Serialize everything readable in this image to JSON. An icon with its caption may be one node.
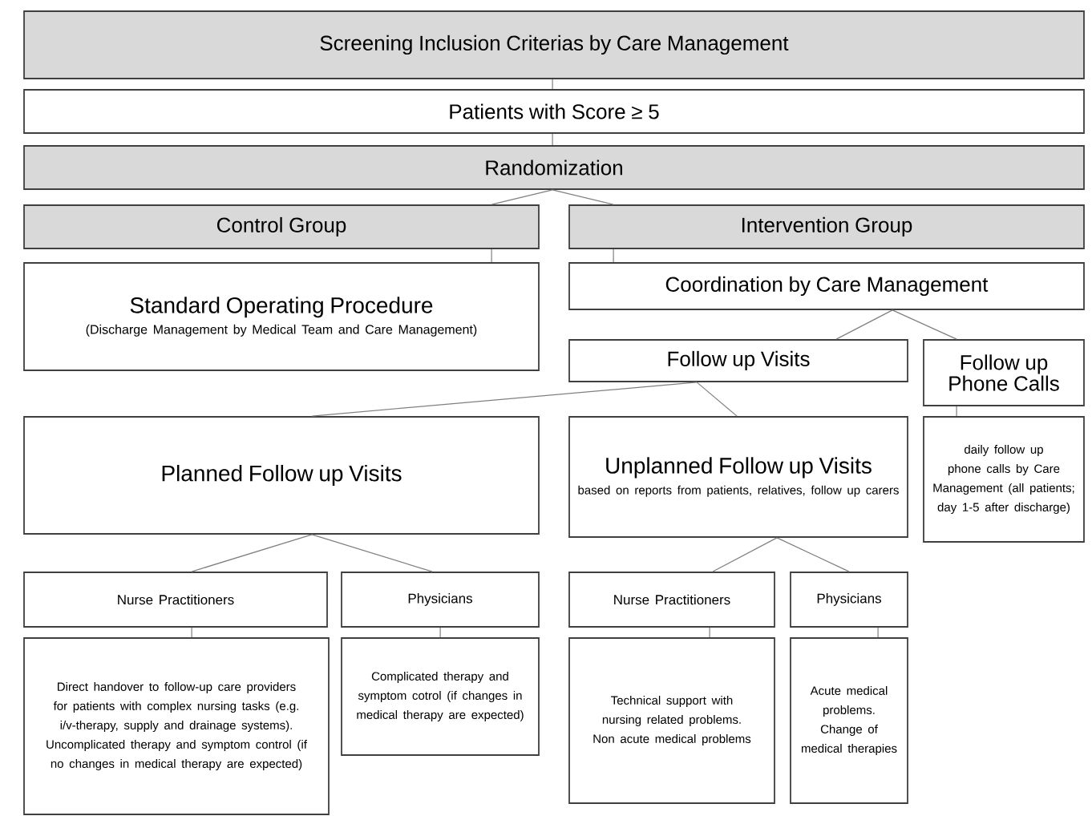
{
  "diagram": {
    "nodes": [
      {
        "text": [
          "Screening Inclusion Criterias by Care Management"
        ]
      },
      {
        "text": [
          "Patients with Score ≥ 5"
        ]
      },
      {
        "text": [
          "Randomization"
        ]
      },
      {
        "text": [
          "Control Group"
        ]
      },
      {
        "text": [
          "Intervention Group"
        ]
      },
      {
        "text": [
          "Standard Operating Procedure",
          "(Discharge Management by Medical Team and Care Management)"
        ]
      },
      {
        "text": [
          "Coordination by Care Management"
        ]
      },
      {
        "text": [
          "Follow up Visits"
        ]
      },
      {
        "text": [
          "Follow up Phone Calls"
        ]
      },
      {
        "text": [
          "Planned Follow up Visits"
        ]
      },
      {
        "text": [
          "Unplanned Follow up Visits",
          "based on reports from patients, relatives, follow up carers"
        ]
      },
      {
        "text": [
          "daily follow up phone calls by Care Management (all patients; day 1-5 after discharge)"
        ]
      },
      {
        "text": [
          "Nurse Practitioners"
        ]
      },
      {
        "text": [
          "Physicians"
        ]
      },
      {
        "text": [
          "Nurse Practitioners"
        ]
      },
      {
        "text": [
          "Physicians"
        ]
      },
      {
        "text": [
          "Direct handover to follow-up care providers for patients with complex nursing tasks (e.g. i/v-therapy, supply and drainage systems). Uncomplicated therapy and symptom control (if no changes in medical therapy are expected)"
        ]
      },
      {
        "text": [
          "Complicated therapy and symptom cotrol (if changes in medical therapy are expected)"
        ]
      },
      {
        "text": [
          "Technical support with nursing related problems. Non acute medical problems"
        ]
      },
      {
        "text": [
          "Acute medical problems. Change of medical therapies"
        ]
      }
    ],
    "edges": [
      {
        "from": 0,
        "to": 1,
        "arrow": "none"
      },
      {
        "from": 1,
        "to": 2,
        "arrow": "none"
      },
      {
        "from": 2,
        "to": 3,
        "arrow": "none"
      },
      {
        "from": 2,
        "to": 4,
        "arrow": "none"
      },
      {
        "from": 3,
        "to": 5,
        "arrow": "none"
      },
      {
        "from": 4,
        "to": 6,
        "arrow": "none"
      },
      {
        "from": 6,
        "to": 7,
        "arrow": "none"
      },
      {
        "from": 6,
        "to": 8,
        "arrow": "none"
      },
      {
        "from": 7,
        "to": 9,
        "arrow": "none"
      },
      {
        "from": 7,
        "to": 10,
        "arrow": "none"
      },
      {
        "from": 8,
        "to": 11,
        "arrow": "none"
      },
      {
        "from": 9,
        "to": 12,
        "arrow": "none"
      },
      {
        "from": 9,
        "to": 13,
        "arrow": "none"
      },
      {
        "from": 10,
        "to": 14,
        "arrow": "none"
      },
      {
        "from": 10,
        "to": 15,
        "arrow": "none"
      },
      {
        "from": 12,
        "to": 16,
        "arrow": "none"
      },
      {
        "from": 13,
        "to": 17,
        "arrow": "none"
      },
      {
        "from": 14,
        "to": 18,
        "arrow": "none"
      },
      {
        "from": 15,
        "to": 19,
        "arrow": "none"
      }
    ]
  }
}
